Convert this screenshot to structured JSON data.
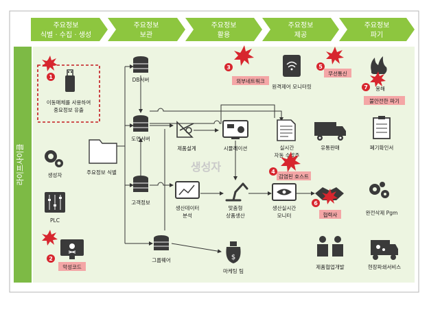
{
  "stages": [
    {
      "line1": "주요정보",
      "line2": "식별 · 수집 · 생성"
    },
    {
      "line1": "주요정보",
      "line2": "보관"
    },
    {
      "line1": "주요정보",
      "line2": "활용"
    },
    {
      "line1": "주요정보",
      "line2": "제공"
    },
    {
      "line1": "주요정보",
      "line2": "파기"
    }
  ],
  "side_label": "라이프사이클",
  "watermark": "생성자",
  "nodes": {
    "usb_threat": {
      "line1": "이동매체를 사용하여",
      "line2": "중요정보 유출"
    },
    "generator": "생성자",
    "folder": "주요정보 식별",
    "plc": "PLC",
    "malware": "악성코드",
    "db_server": "DB서버",
    "drawing_server": "도면서버",
    "customer_info": "고객정보",
    "groupware": "그룹웨어",
    "product_design": "제품설계",
    "simulation": "시뮬레이션",
    "prod_data_line1": "생산데이터",
    "prod_data_line2": "분석",
    "custom_line1": "맞춤형",
    "custom_line2": "상품생산",
    "marketing": "마케팅 팀",
    "external_network": "외부네트워크",
    "remote_monitor": "원격제어 모니터링",
    "realtime_line1": "실시간",
    "realtime_line2": "자동 수발주",
    "infected_host": "감염된 호스트",
    "realtime_mon_line1": "생산실시간",
    "realtime_mon_line2": "모니터",
    "wireless": "무선통신",
    "distribution": "유통판매",
    "partner": "협력사",
    "product_collab": "제품협업개발",
    "incineration": "용해",
    "unsafe_disposal": "불안전한 파기",
    "disposal_confirm": "폐기확인서",
    "complete_deletion": "완전삭제 Pgm",
    "onsite_destruction": "현장파쇄서비스"
  },
  "threat_numbers": [
    "1",
    "2",
    "3",
    "4",
    "5",
    "6",
    "7"
  ],
  "colors": {
    "stage_fill": "#8DC63F",
    "side_fill": "#7DBA45",
    "panel_fill": "#EDF5E1",
    "threat_red": "#D7262E",
    "label_pink": "#F4A6A6",
    "icon_dark": "#3A3A3A"
  }
}
